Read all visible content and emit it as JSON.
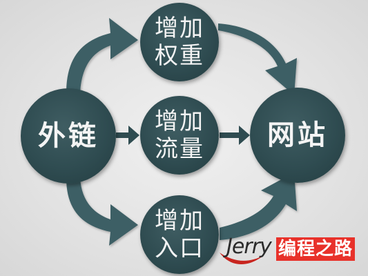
{
  "diagram": {
    "source": {
      "label": "外链"
    },
    "target": {
      "label": "网站"
    },
    "middle": [
      {
        "label": "增加权重"
      },
      {
        "label": "增加流量"
      },
      {
        "label": "增加入口"
      }
    ]
  },
  "watermark": {
    "latin": "Jerry",
    "cjk": "编程之路"
  },
  "colors": {
    "node": "#2f4c51",
    "arrow": "#3c5f65",
    "watermark_red": "#e8312a"
  }
}
